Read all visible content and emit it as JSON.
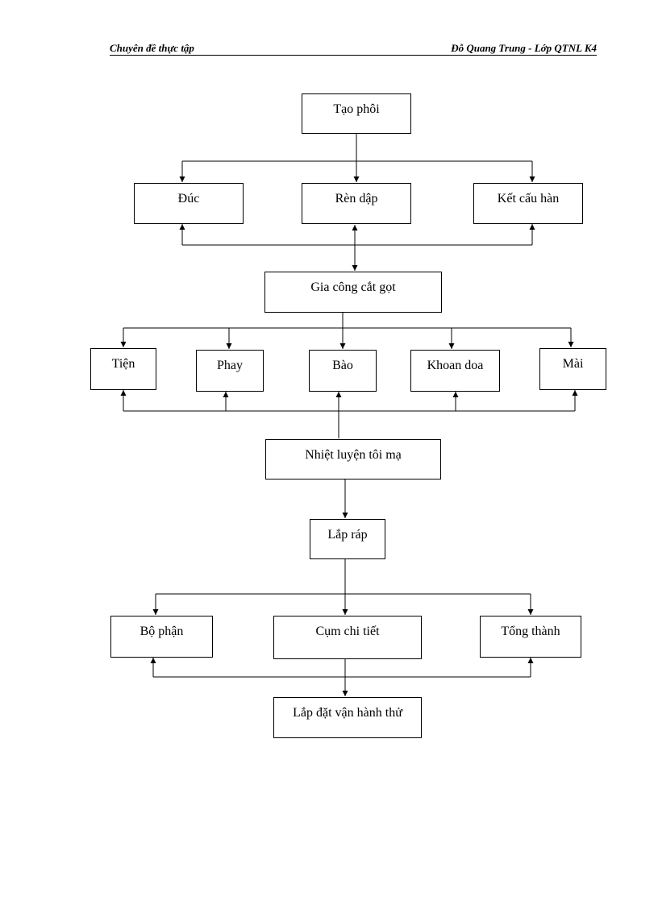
{
  "header": {
    "left": "Chuyên đề thực tập",
    "right": "Đỗ Quang Trung - Lớp QTNL K4"
  },
  "diagram": {
    "nodes": {
      "tao_phoi": "Tạo phôi",
      "duc": "Đúc",
      "ren_dap": "Rèn dập",
      "ket_cau_han": "Kết cấu hàn",
      "gia_cong_cat_got": "Gia công cắt gọt",
      "tien": "Tiện",
      "phay": "Phay",
      "bao": "Bào",
      "khoan_doa": "Khoan doa",
      "mai": "Mài",
      "nhiet_luyen": "Nhiệt luyện tôi mạ",
      "lap_rap": "Lắp ráp",
      "bo_phan": "Bộ phận",
      "cum_chi_tiet": "Cụm chi tiết",
      "tong_thanh": "Tổng thành",
      "lap_dat": "Lắp đặt vận hành thử"
    }
  }
}
